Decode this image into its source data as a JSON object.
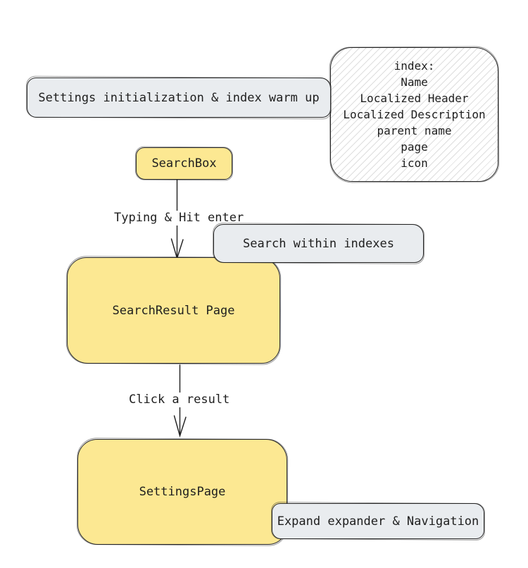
{
  "colors": {
    "node-yellow": "#fce892",
    "node-grey": "#e9ecef",
    "stroke": "#2b2b2b",
    "ink": "#1e1e1e",
    "hatch": "#d9d9d9"
  },
  "diagram": {
    "nodes": {
      "settings_init": {
        "label": "Settings initialization & index warm up"
      },
      "index_note": {
        "text": "index:\nName\nLocalized Header\nLocalized Description\nparent name\npage\nicon"
      },
      "search_box": {
        "label": "SearchBox"
      },
      "search_within": {
        "label": "Search within indexes"
      },
      "search_result": {
        "label": "SearchResult Page"
      },
      "settings_page": {
        "label": "SettingsPage"
      },
      "expand_nav": {
        "label": "Expand expander & Navigation"
      }
    },
    "edges": {
      "typing": {
        "label": "Typing & Hit enter"
      },
      "click": {
        "label": "Click a result"
      }
    }
  }
}
